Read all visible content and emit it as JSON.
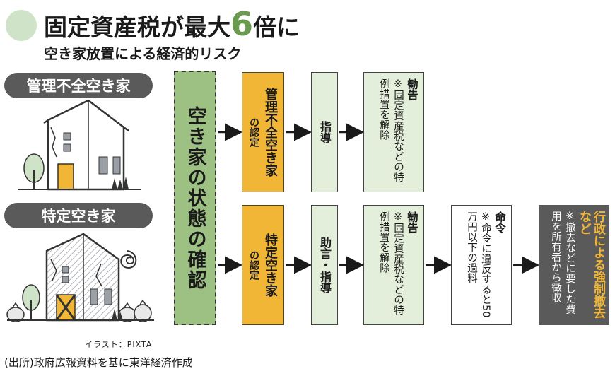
{
  "title": {
    "main": "固定資産税が最大",
    "num": "6",
    "unit": "倍",
    "tail": "に"
  },
  "subtitle": "空き家放置による経済的リスク",
  "categories": {
    "kanri": "管理不全空き家",
    "tokutei": "特定空き家"
  },
  "state_check": "空き家の状態の確認",
  "row1": {
    "cert_line1": "管理不全空き家",
    "cert_line2": "の認定",
    "guidance": "指導",
    "advice_head": "勧告",
    "advice_body": "※固定資産税などの特例措置を解除"
  },
  "row2": {
    "cert_line1": "特定空き家",
    "cert_line2": "の認定",
    "guidance": "助言・指導",
    "advice_head": "勧告",
    "advice_body": "※固定資産税などの特例措置を解除",
    "order_head": "命令",
    "order_body": "※命令に違反すると50万円以下の過料",
    "admin_head": "行政による強制撤去など",
    "admin_body": "※撤去などに要した費用を所有者から徴収"
  },
  "credit": "イラスト：PIXTA",
  "source": "(出所)政府広報資料を基に東洋経済作成",
  "colors": {
    "green": "#9dc083",
    "yellow": "#f2b637",
    "light_green": "#e3efda",
    "gray": "#5a5a5a",
    "accent_orange": "#f2b637"
  }
}
